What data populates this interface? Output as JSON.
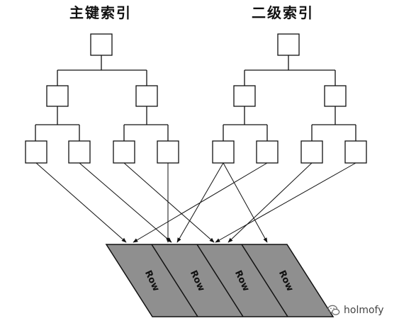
{
  "labels": {
    "primary_index": "主键索引",
    "secondary_index": "二级索引",
    "rows": [
      "Row",
      "Row",
      "Row",
      "Row"
    ]
  },
  "watermark": {
    "text": "holmofy",
    "icon": "wechat-icon"
  },
  "colors": {
    "ink": "#111111",
    "row_fill": "#8f8f8f",
    "background": "#ffffff"
  }
}
